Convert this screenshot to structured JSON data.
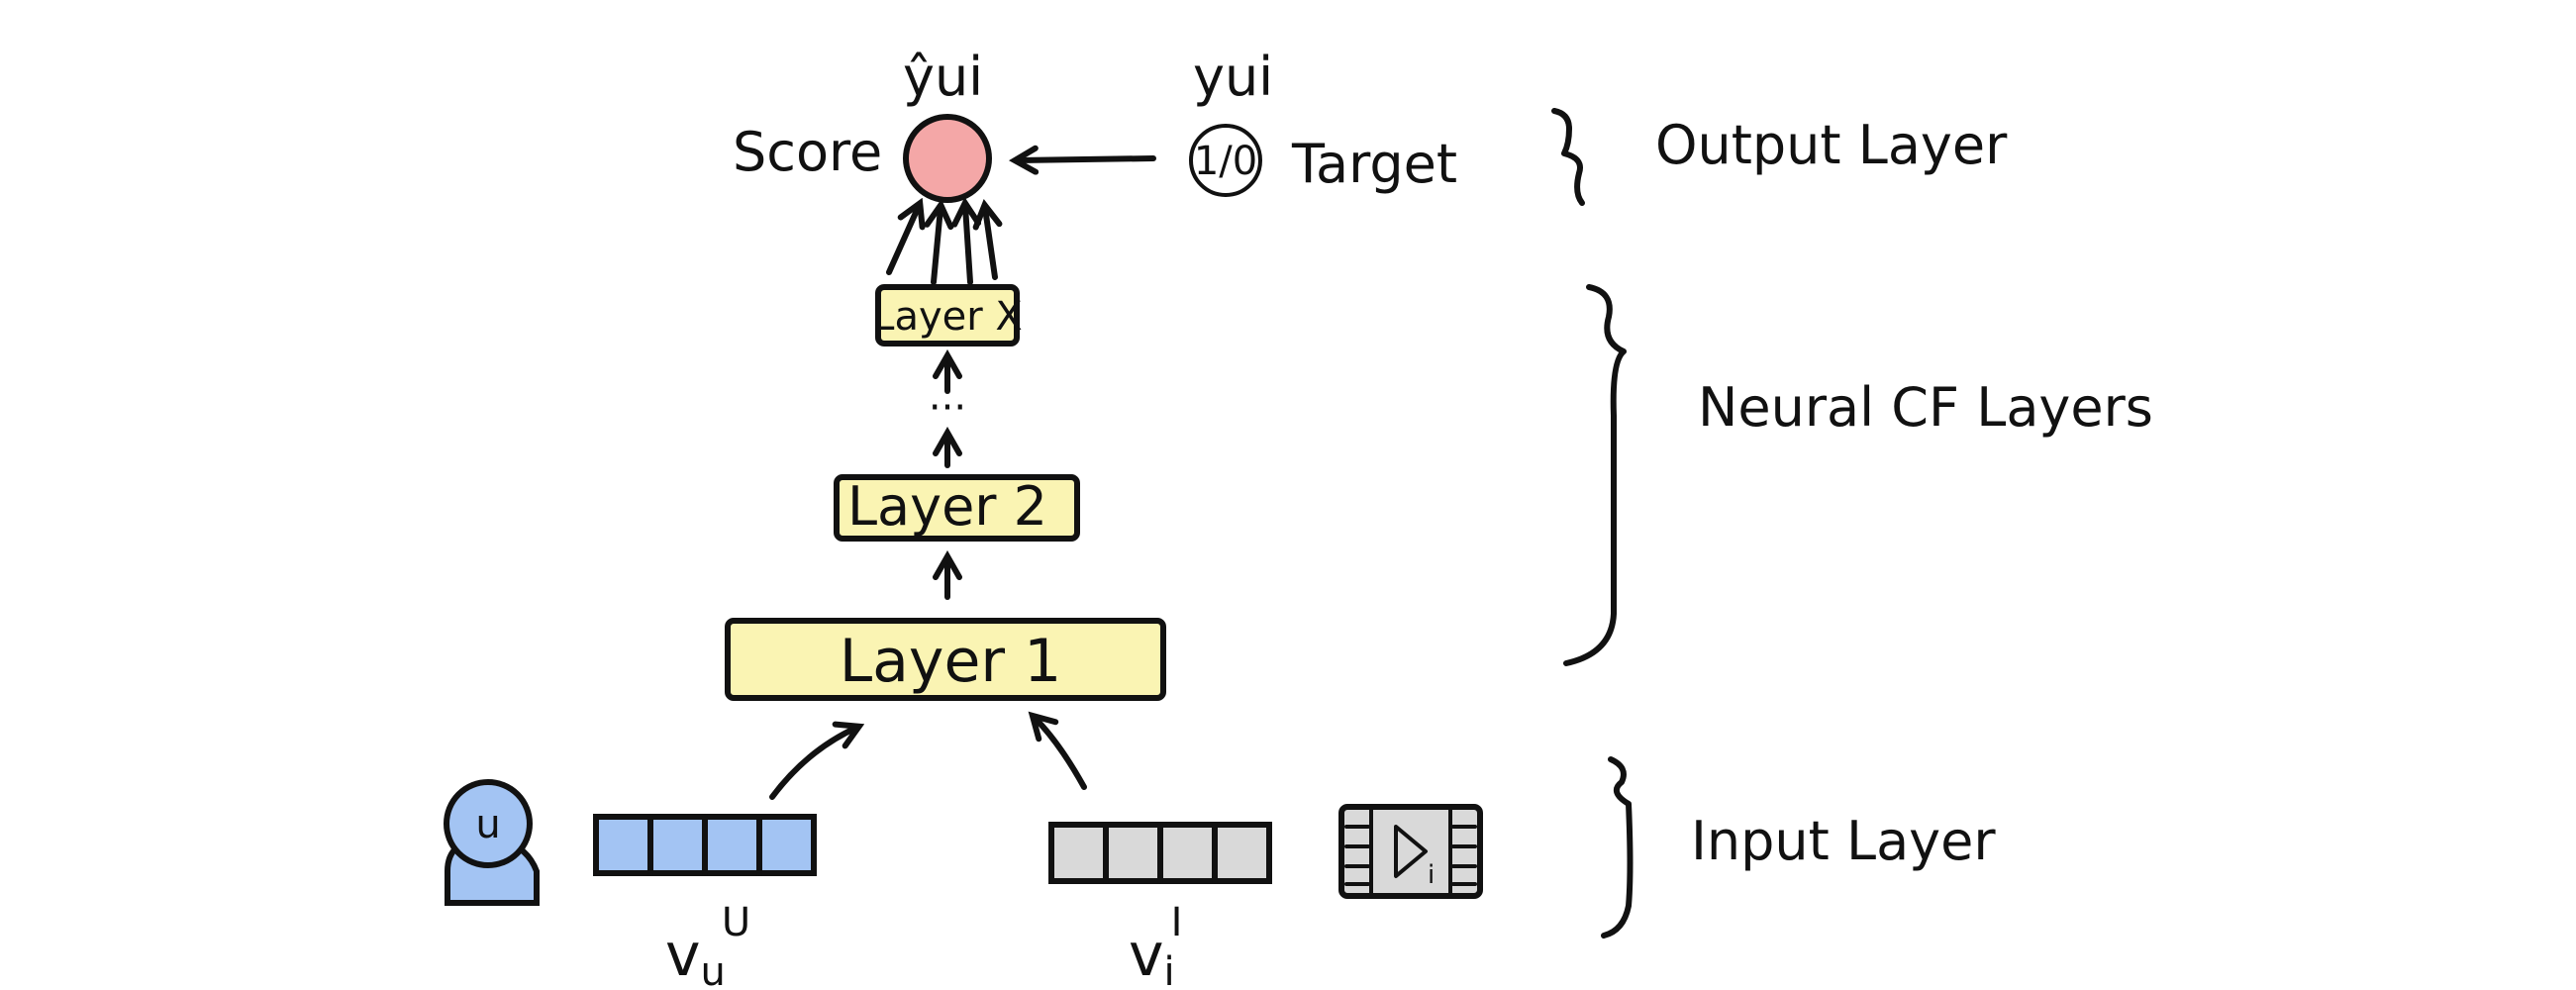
{
  "output": {
    "score_label": "Score",
    "prediction_label": "ŷui",
    "target_label": "yui",
    "target_value": "1/0",
    "target_text": "Target",
    "score_color": "#f4a7a7"
  },
  "layers": {
    "layer_x": "Layer X",
    "ellipsis": "···",
    "layer_2": "Layer 2",
    "layer_1": "Layer 1",
    "fill_color": "#faf4b3"
  },
  "input": {
    "user_icon_label": "u",
    "user_vector_label": "v",
    "user_vector_sub": "u",
    "user_vector_sup": "U",
    "item_vector_label": "v",
    "item_vector_sub": "i",
    "item_vector_sup": "I",
    "item_icon_label": "i",
    "user_color": "#a3c4f3",
    "item_color": "#d9d9d9"
  },
  "sections": {
    "output_layer": "Output Layer",
    "neural_cf_layers": "Neural CF Layers",
    "input_layer": "Input Layer"
  }
}
